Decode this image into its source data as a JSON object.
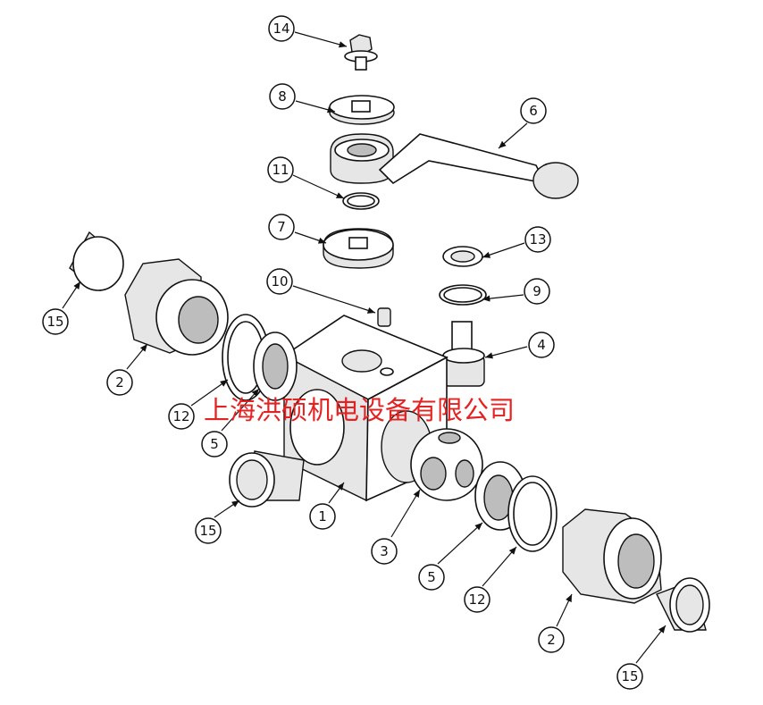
{
  "diagram": {
    "title": "Ball valve exploded view",
    "callouts": [
      "14",
      "8",
      "6",
      "11",
      "7",
      "13",
      "15",
      "10",
      "9",
      "4",
      "2",
      "12",
      "5",
      "1",
      "15",
      "3",
      "5",
      "12",
      "2",
      "15"
    ]
  },
  "watermark": "上海洪硕机电设备有限公司",
  "colors": {
    "watermark": "#e52222",
    "line": "#111111"
  }
}
